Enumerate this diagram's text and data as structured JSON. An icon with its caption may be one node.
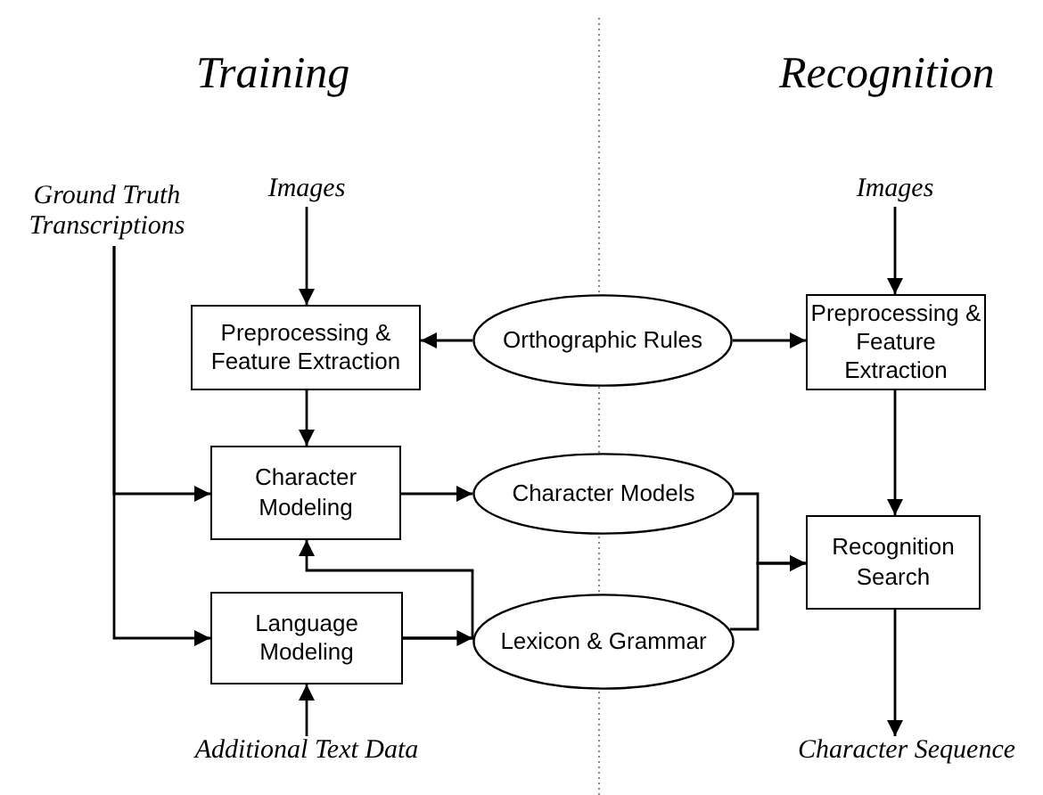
{
  "diagram": {
    "nodes": [
      {
        "text": [
          "Ground Truth Transcriptions"
        ]
      },
      {
        "text": [
          "Images"
        ]
      },
      {
        "text": [
          "Preprocessing & Feature Extraction"
        ]
      },
      {
        "text": [
          "Orthographic Rules"
        ]
      },
      {
        "text": [
          "Images"
        ]
      },
      {
        "text": [
          "Preprocessing & Feature Extraction"
        ]
      },
      {
        "text": [
          "Character Modeling"
        ]
      },
      {
        "text": [
          "Character Models"
        ]
      },
      {
        "text": [
          "Recognition Search"
        ]
      },
      {
        "text": [
          "Language Modeling"
        ]
      },
      {
        "text": [
          "Lexicon & Grammar"
        ]
      },
      {
        "text": [
          "Additional Text Data"
        ]
      },
      {
        "text": [
          "Character Sequence"
        ]
      }
    ],
    "edges": [
      {
        "from": 1,
        "to": 2,
        "arrow": "to"
      },
      {
        "from": 3,
        "to": 2,
        "arrow": "to"
      },
      {
        "from": 3,
        "to": 5,
        "arrow": "to"
      },
      {
        "from": 4,
        "to": 5,
        "arrow": "to"
      },
      {
        "from": 0,
        "to": 6,
        "arrow": "to"
      },
      {
        "from": 0,
        "to": 9,
        "arrow": "to"
      },
      {
        "from": 2,
        "to": 6,
        "arrow": "to"
      },
      {
        "from": 6,
        "to": 7,
        "arrow": "to"
      },
      {
        "from": 9,
        "to": 10,
        "arrow": "to"
      },
      {
        "from": 9,
        "to": 6,
        "arrow": "to"
      },
      {
        "from": 7,
        "to": 8,
        "arrow": "to"
      },
      {
        "from": 10,
        "to": 8,
        "arrow": "to"
      },
      {
        "from": 5,
        "to": 8,
        "arrow": "to"
      },
      {
        "from": 11,
        "to": 9,
        "arrow": "to"
      },
      {
        "from": 8,
        "to": 12,
        "arrow": "to"
      }
    ],
    "labels": [
      "Training",
      "Recognition"
    ]
  }
}
